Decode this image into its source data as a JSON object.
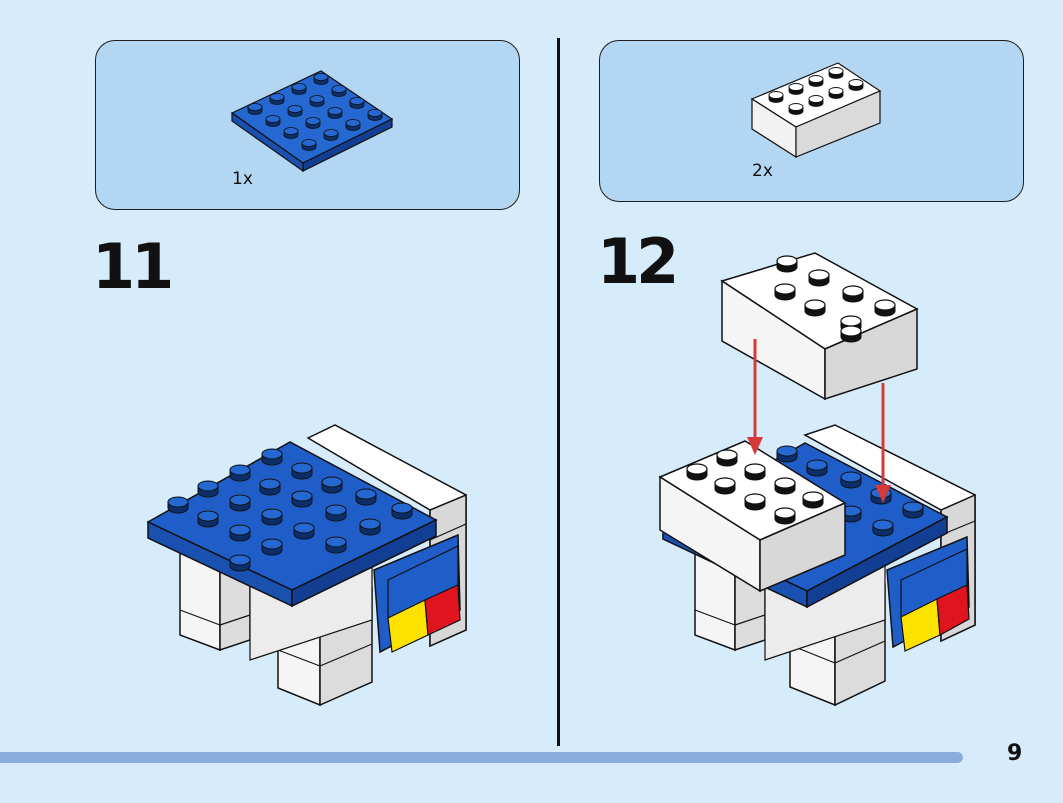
{
  "steps": [
    {
      "number": "11",
      "parts": [
        {
          "quantity": "1x",
          "part": "blue-plate-4x4"
        }
      ]
    },
    {
      "number": "12",
      "parts": [
        {
          "quantity": "2x",
          "part": "white-brick-2x4"
        }
      ]
    }
  ],
  "page_number": "9",
  "colors": {
    "background": "#d6ecfb",
    "parts_box": "#b3d6f3",
    "blue": "#1f5ec9",
    "white": "#ffffff",
    "red": "#e0141e",
    "yellow": "#fde200",
    "arrow": "#d43a3a",
    "progress_bar": "#8badde"
  }
}
